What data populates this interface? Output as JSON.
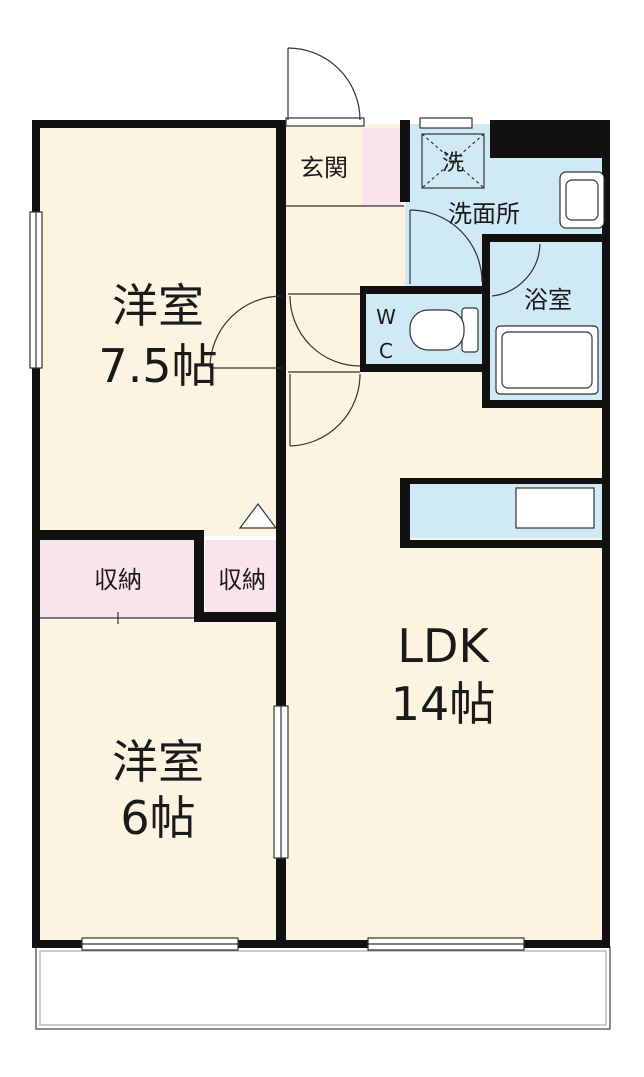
{
  "colors": {
    "wall": "#111111",
    "room_cream": "#fcf3e0",
    "storage_pink": "#fae3ec",
    "wet_blue": "#cfe9f5",
    "thin_line": "#555555"
  },
  "rooms": {
    "western_7_5": {
      "name": "洋室",
      "size": "7.5帖"
    },
    "western_6": {
      "name": "洋室",
      "size": "6帖"
    },
    "ldk": {
      "name": "LDK",
      "size": "14帖"
    },
    "storage_left": {
      "name": "収納"
    },
    "storage_right": {
      "name": "収納"
    },
    "entrance": {
      "name": "玄関"
    },
    "washroom": {
      "name": "洗面所"
    },
    "washer": {
      "name": "洗"
    },
    "bathroom": {
      "name": "浴室"
    },
    "toilet": {
      "line1": "W",
      "line2": "C"
    }
  }
}
